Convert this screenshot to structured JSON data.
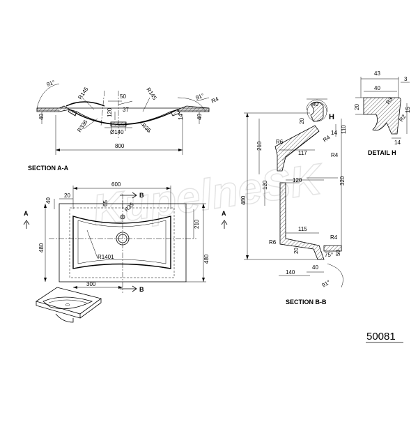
{
  "watermark": "KupelneSK",
  "product_code": "50081",
  "section_aa": {
    "title": "SECTION A-A",
    "dims": [
      "91°",
      "R145",
      "50",
      "R145",
      "91°",
      "R4",
      "40",
      "R336",
      "120",
      "37",
      "R35",
      "14",
      "40",
      "Ø140",
      "800"
    ]
  },
  "plan_view": {
    "dims": [
      "600",
      "20",
      "40",
      "65",
      "R35",
      "210",
      "480",
      "480",
      "R1401",
      "300"
    ],
    "markers": [
      "A",
      "A",
      "B",
      "B"
    ]
  },
  "section_bb": {
    "title": "SECTION B-B",
    "dims": [
      "40",
      "20",
      "110",
      "14",
      "210",
      "R6",
      "R4",
      "117",
      "R4",
      "480",
      "320",
      "120",
      "120",
      "115",
      "R6",
      "R4",
      "20",
      "75°",
      "50",
      "40",
      "140",
      "91°"
    ],
    "marker_h": "H"
  },
  "detail_h": {
    "title": "DETAIL H",
    "dims": [
      "43",
      "3",
      "40",
      "20",
      "R3",
      "15",
      "R2",
      "14"
    ]
  }
}
